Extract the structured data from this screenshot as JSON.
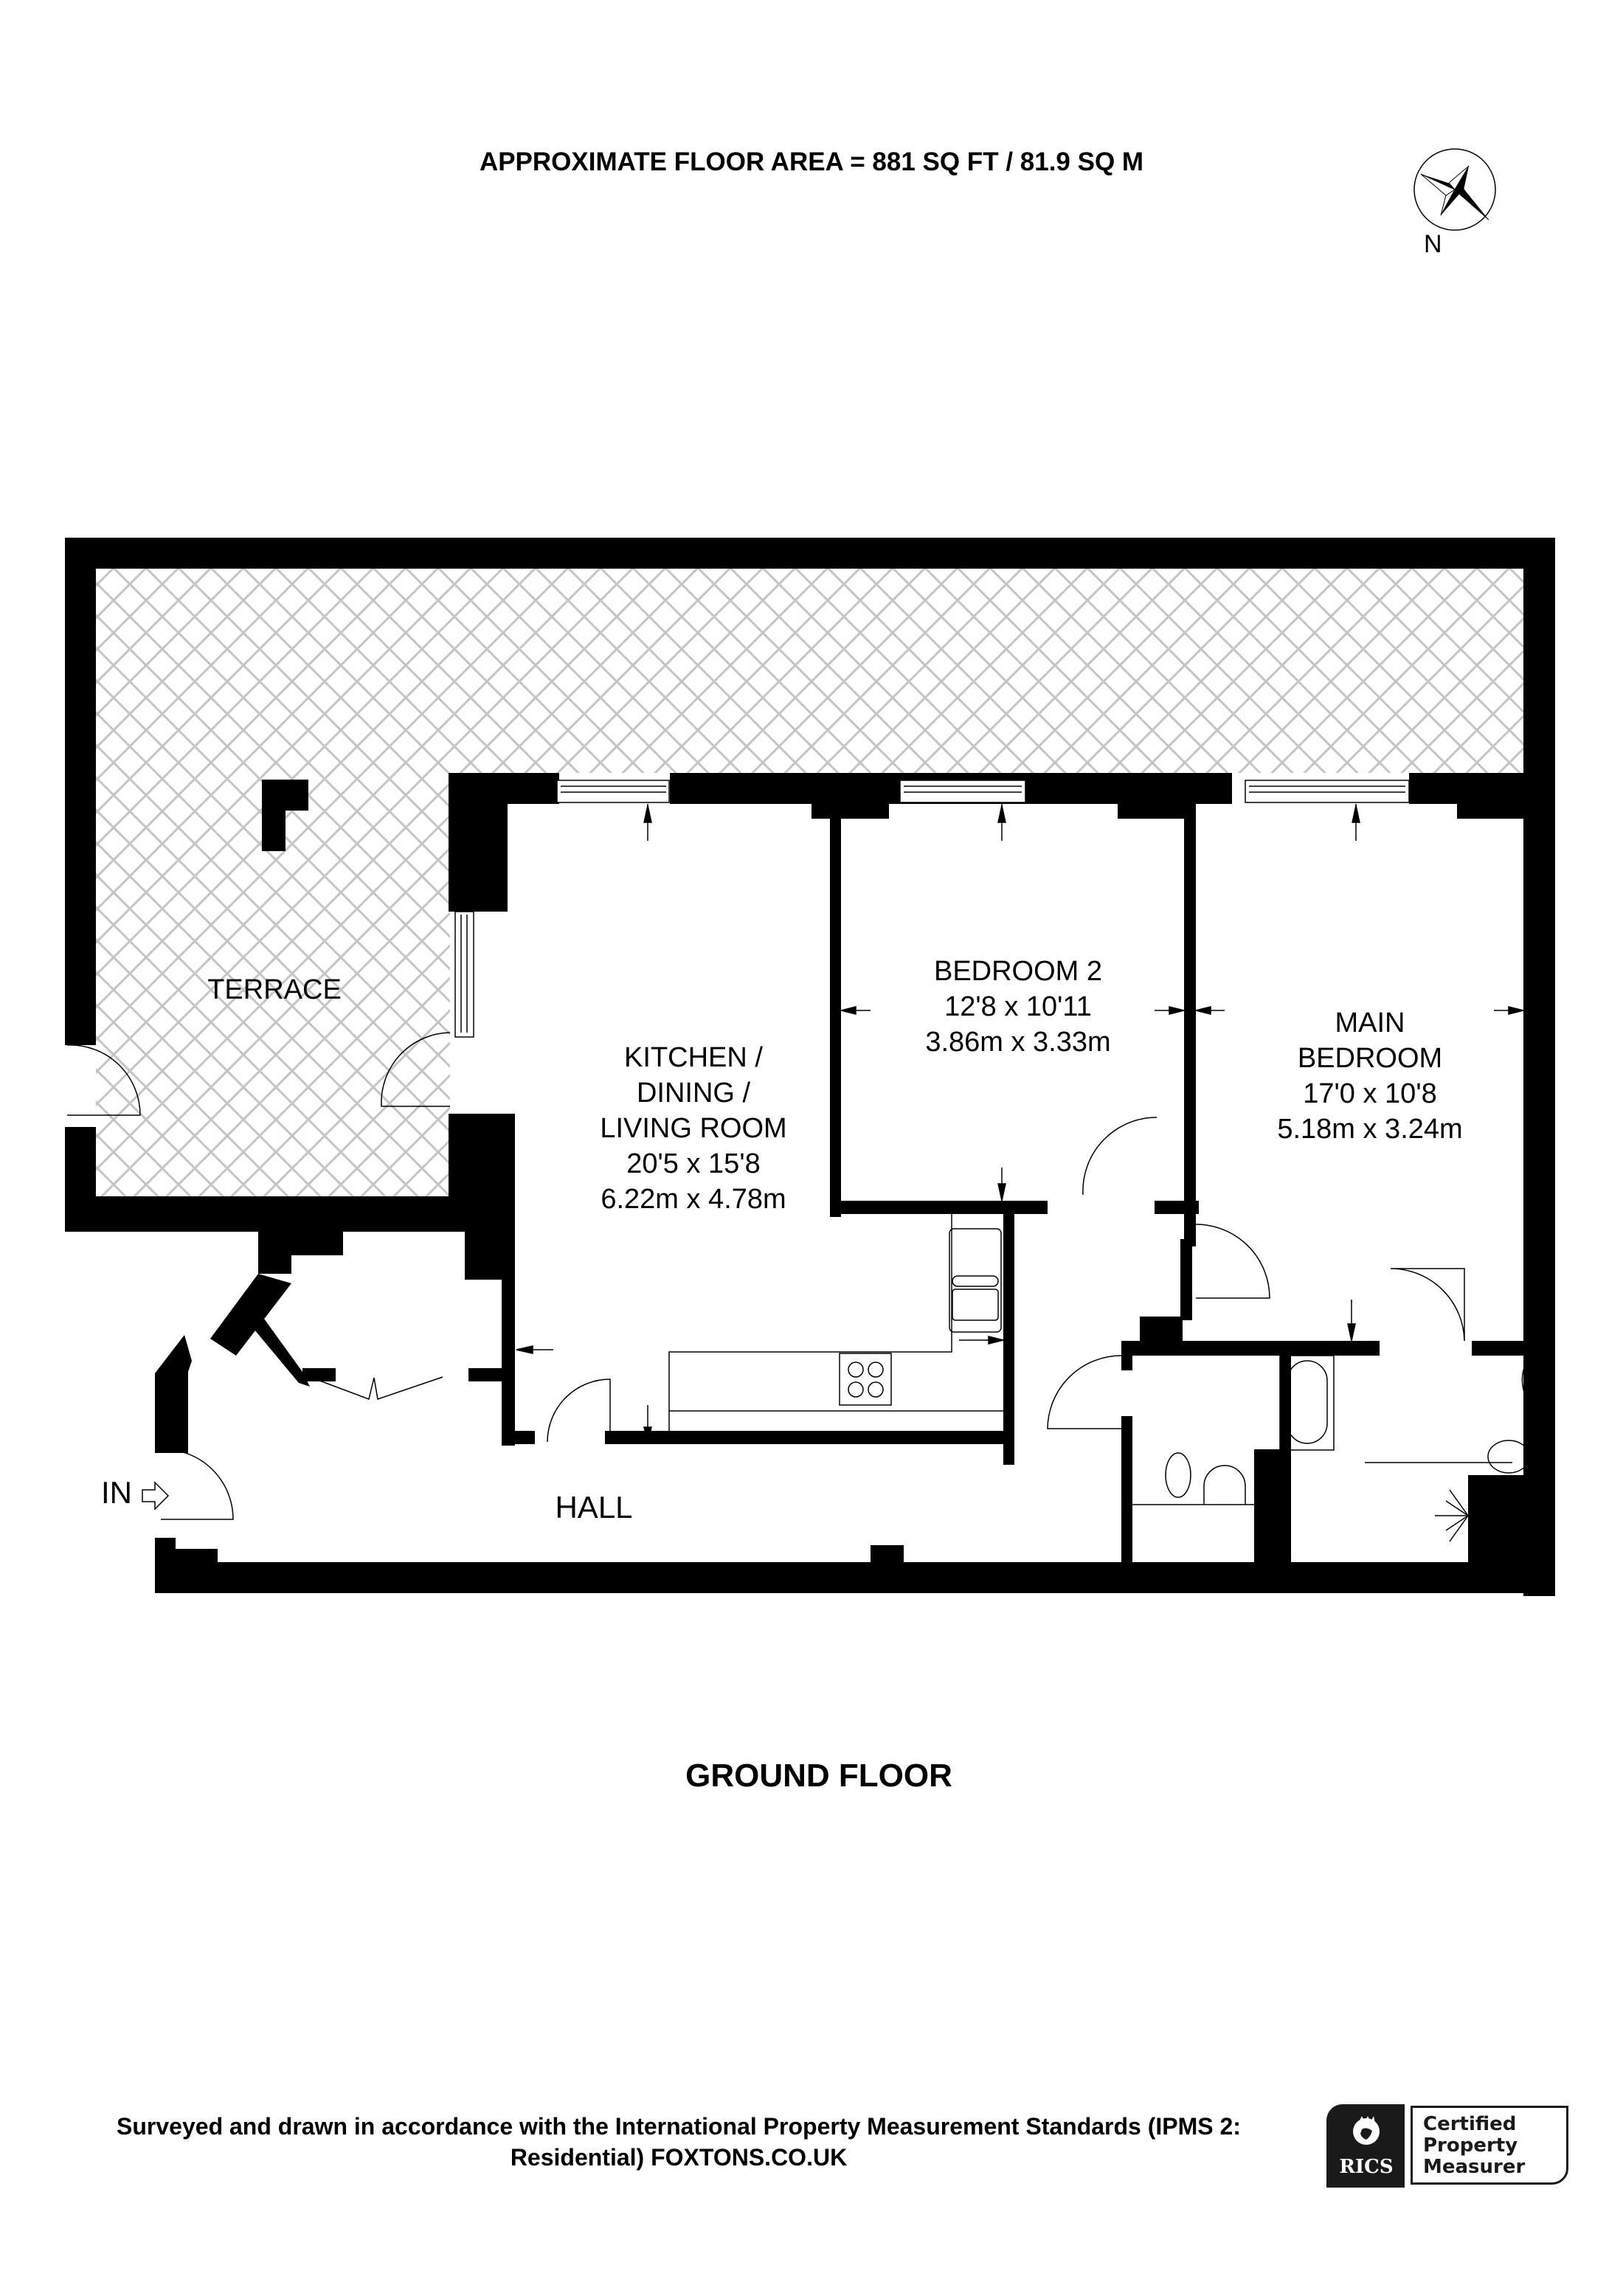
{
  "header": {
    "floor_area": "APPROXIMATE FLOOR AREA = 881 SQ FT / 81.9 SQ M"
  },
  "compass": {
    "icon": "compass-rose-icon",
    "north_label": "N"
  },
  "rooms": {
    "terrace": {
      "name": "TERRACE"
    },
    "kitchen": {
      "name_line1": "KITCHEN /",
      "name_line2": "DINING /",
      "name_line3": "LIVING ROOM",
      "imperial": "20'5 x 15'8",
      "metric": "6.22m x 4.78m"
    },
    "bedroom2": {
      "name": "BEDROOM 2",
      "imperial": "12'8 x 10'11",
      "metric": "3.86m x 3.33m"
    },
    "main_bedroom": {
      "name_line1": "MAIN",
      "name_line2": "BEDROOM",
      "imperial": "17'0 x 10'8",
      "metric": "5.18m x 3.24m"
    },
    "hall": {
      "name": "HALL"
    },
    "entrance": {
      "label": "IN",
      "icon": "entrance-arrow-icon"
    }
  },
  "floor_label": "GROUND FLOOR",
  "footer": {
    "line1": "Surveyed and drawn in accordance with the International Property Measurement Standards (IPMS 2:",
    "line2": "Residential) FOXTONS.CO.UK"
  },
  "badge": {
    "org": "RICS",
    "line1": "Certified",
    "line2": "Property",
    "line3": "Measurer"
  },
  "colors": {
    "wall": "#000000",
    "hatch": "#c4c4c4",
    "background": "#ffffff"
  }
}
